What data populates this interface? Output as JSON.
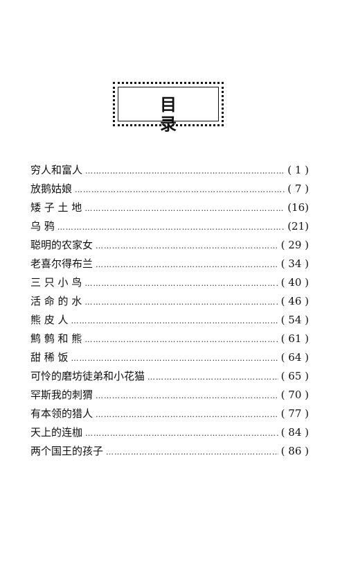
{
  "heading": {
    "title": "目录"
  },
  "toc": {
    "entries": [
      {
        "title": "穷人和富人",
        "page": "( 1 )"
      },
      {
        "title": "放鹅姑娘",
        "page": "( 7 )"
      },
      {
        "title": "矮 子 土 地",
        "page": "(16)"
      },
      {
        "title": "乌   鸦",
        "page": "(21)"
      },
      {
        "title": "聪明的农家女",
        "page": "( 29 )"
      },
      {
        "title": "老喜尔得布兰",
        "page": "( 34 )"
      },
      {
        "title": "三 只 小 鸟",
        "page": "( 40 )"
      },
      {
        "title": "活 命 的 水",
        "page": "( 46 )"
      },
      {
        "title": "熊   皮   人",
        "page": "( 54 )"
      },
      {
        "title": "鹪 鹩 和 熊",
        "page": "( 61 )"
      },
      {
        "title": "甜   稀   饭",
        "page": "( 64 )"
      },
      {
        "title": "可怜的磨坊徒弟和小花猫",
        "page": "( 65 )"
      },
      {
        "title": "罕斯我的刺猬",
        "page": "( 70 )"
      },
      {
        "title": "有本领的猎人",
        "page": "( 77 )"
      },
      {
        "title": "天上的连枷",
        "page": "( 84 )"
      },
      {
        "title": "两个国王的孩子",
        "page": "( 86 )"
      }
    ]
  }
}
